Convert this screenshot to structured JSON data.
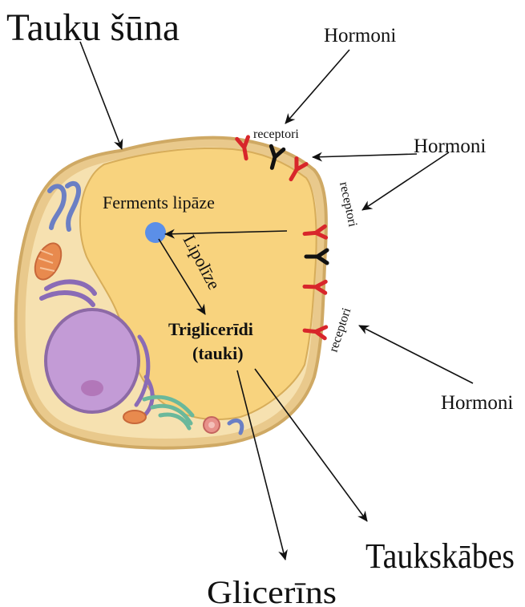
{
  "labels": {
    "cell_title": "Tauku šūna",
    "hormone_top": "Hormoni",
    "hormone_right": "Hormoni",
    "hormone_bottom": "Hormoni",
    "receptor_top": "receptori",
    "receptor_right": "receptori",
    "receptor_lower": "receptori",
    "enzyme": "Ferments lipāze",
    "process": "Lipolīze",
    "triglycerides_line1": "Triglicerīdi",
    "triglycerides_line2": "(tauki)",
    "fatty_acids": "Taukskābes",
    "glycerol": "Glicerīns"
  },
  "colors": {
    "membrane": "#e9c98c",
    "cytoplasm": "#f6e1b0",
    "fat_droplet": "#f8d37e",
    "receptor_active": "#d8262b",
    "receptor_inactive": "#111111",
    "enzyme": "#5b8fe8",
    "nucleus": "#c39bd6"
  }
}
